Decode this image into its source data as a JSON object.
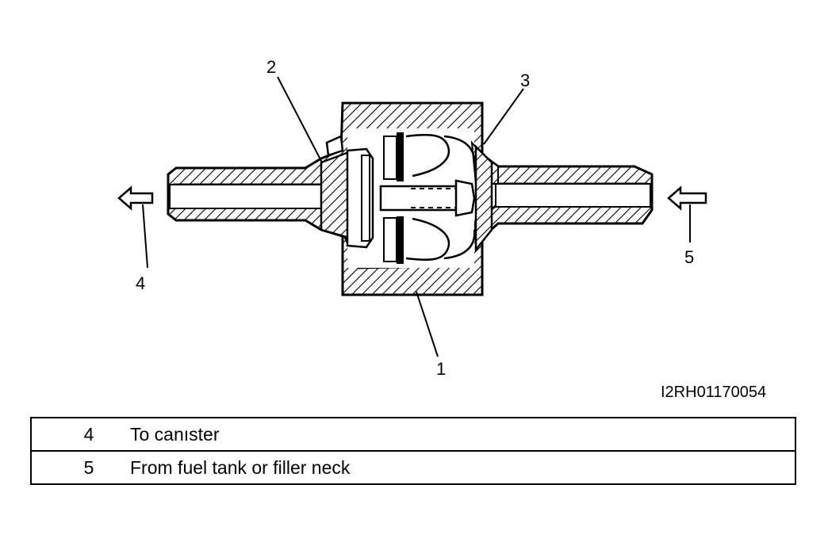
{
  "diagram": {
    "callouts": {
      "c1": "1",
      "c2": "2",
      "c3": "3",
      "c4": "4",
      "c5": "5"
    },
    "figure_code": "I2RH01170054"
  },
  "legend": {
    "rows": [
      {
        "num": "4",
        "text": "To canıster"
      },
      {
        "num": "5",
        "text": "From fuel tank or filler neck"
      }
    ]
  }
}
